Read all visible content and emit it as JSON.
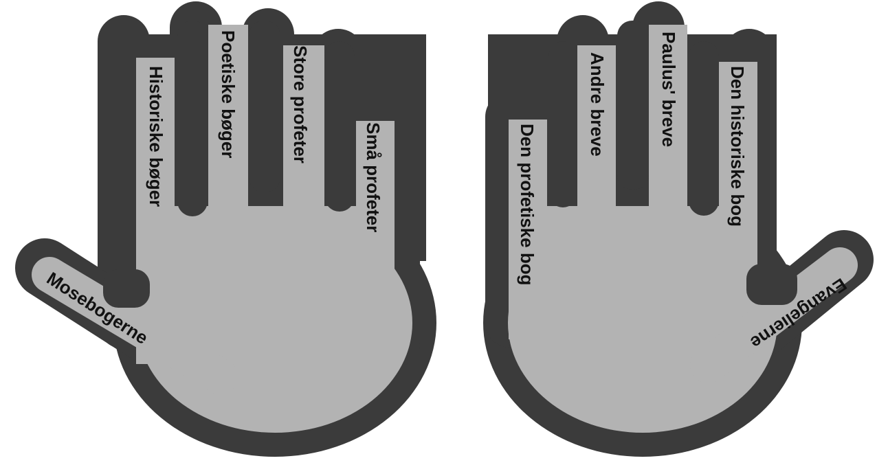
{
  "colors": {
    "outline": "#3b3b3b",
    "fill": "#b3b3b3",
    "text": "#111111",
    "background": "#ffffff"
  },
  "left_hand": {
    "thumb": "Mosebogerne",
    "finger1": "Historiske bøger",
    "finger2": "Poetiske bøger",
    "finger3": "Store profeter",
    "finger4": "Små profeter"
  },
  "right_hand": {
    "finger1": "Den profetiske bog",
    "finger2": "Andre breve",
    "finger3": "Paulus' breve",
    "finger4": "Den historiske bog",
    "thumb": "Evangelierne"
  }
}
